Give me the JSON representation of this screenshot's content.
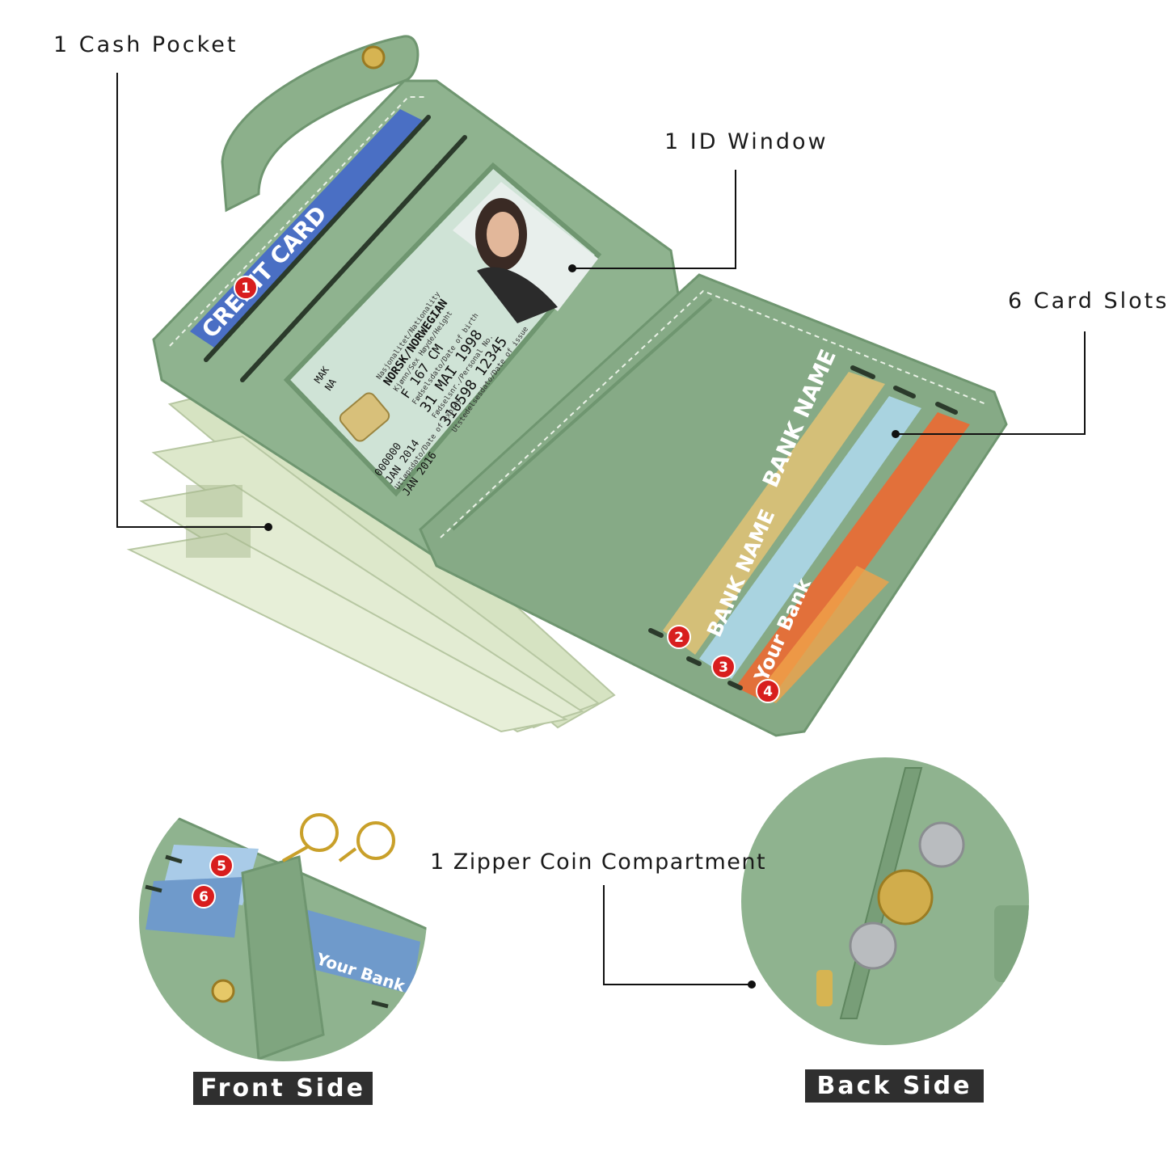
{
  "callouts": {
    "cash_pocket": "1 Cash Pocket",
    "id_window": "1 ID Window",
    "card_slots": "6 Card Slots",
    "coin_compartment": "1 Zipper Coin Compartment"
  },
  "side_tags": {
    "front": "Front Side",
    "back": "Back Side"
  },
  "slot_badges": [
    "1",
    "2",
    "3",
    "4",
    "5",
    "6"
  ],
  "card_texts": {
    "credit_card": "CREDIT CARD",
    "bank_card_1": "BANK NAME",
    "bank_card_2": "BANK NAME",
    "your_bank_main": "Your Bank",
    "your_bank_front": "Your Bank"
  },
  "id_card": {
    "nationality_label": "Nasjonalitet/Nationality",
    "nationality": "NORSK/NORWEGIAN",
    "sex_height_label": "Kjønn/Sex  Høyde/Height",
    "sex_height": "F   167 CM",
    "dob_label": "Fødselsdato/Date of birth",
    "dob": "31 MAI 1998",
    "personal_no_label": "Fødselsnr./Personal No.",
    "personal_no": "310598 12345",
    "issue_label": "Utstedelsesdato/Date of issue",
    "issue": "JAN 2014",
    "expiry_label": "Utløpsdato/Date of expiry",
    "expiry": "JAN 2016",
    "surname_fragment": "MAK",
    "given_fragment": "NA",
    "card_no_fragment": "000000"
  },
  "colors": {
    "wallet": "#8fb38f",
    "wallet_dark": "#6f9670",
    "credit_card": "#4a6fc4",
    "bank_gold": "#d4bf78",
    "bank_blue": "#a9d3e0",
    "bank_orange": "#e2703a",
    "badge": "#d81e1e",
    "cash": "#dfe8cf",
    "tag_bg": "#2f2f2f"
  }
}
